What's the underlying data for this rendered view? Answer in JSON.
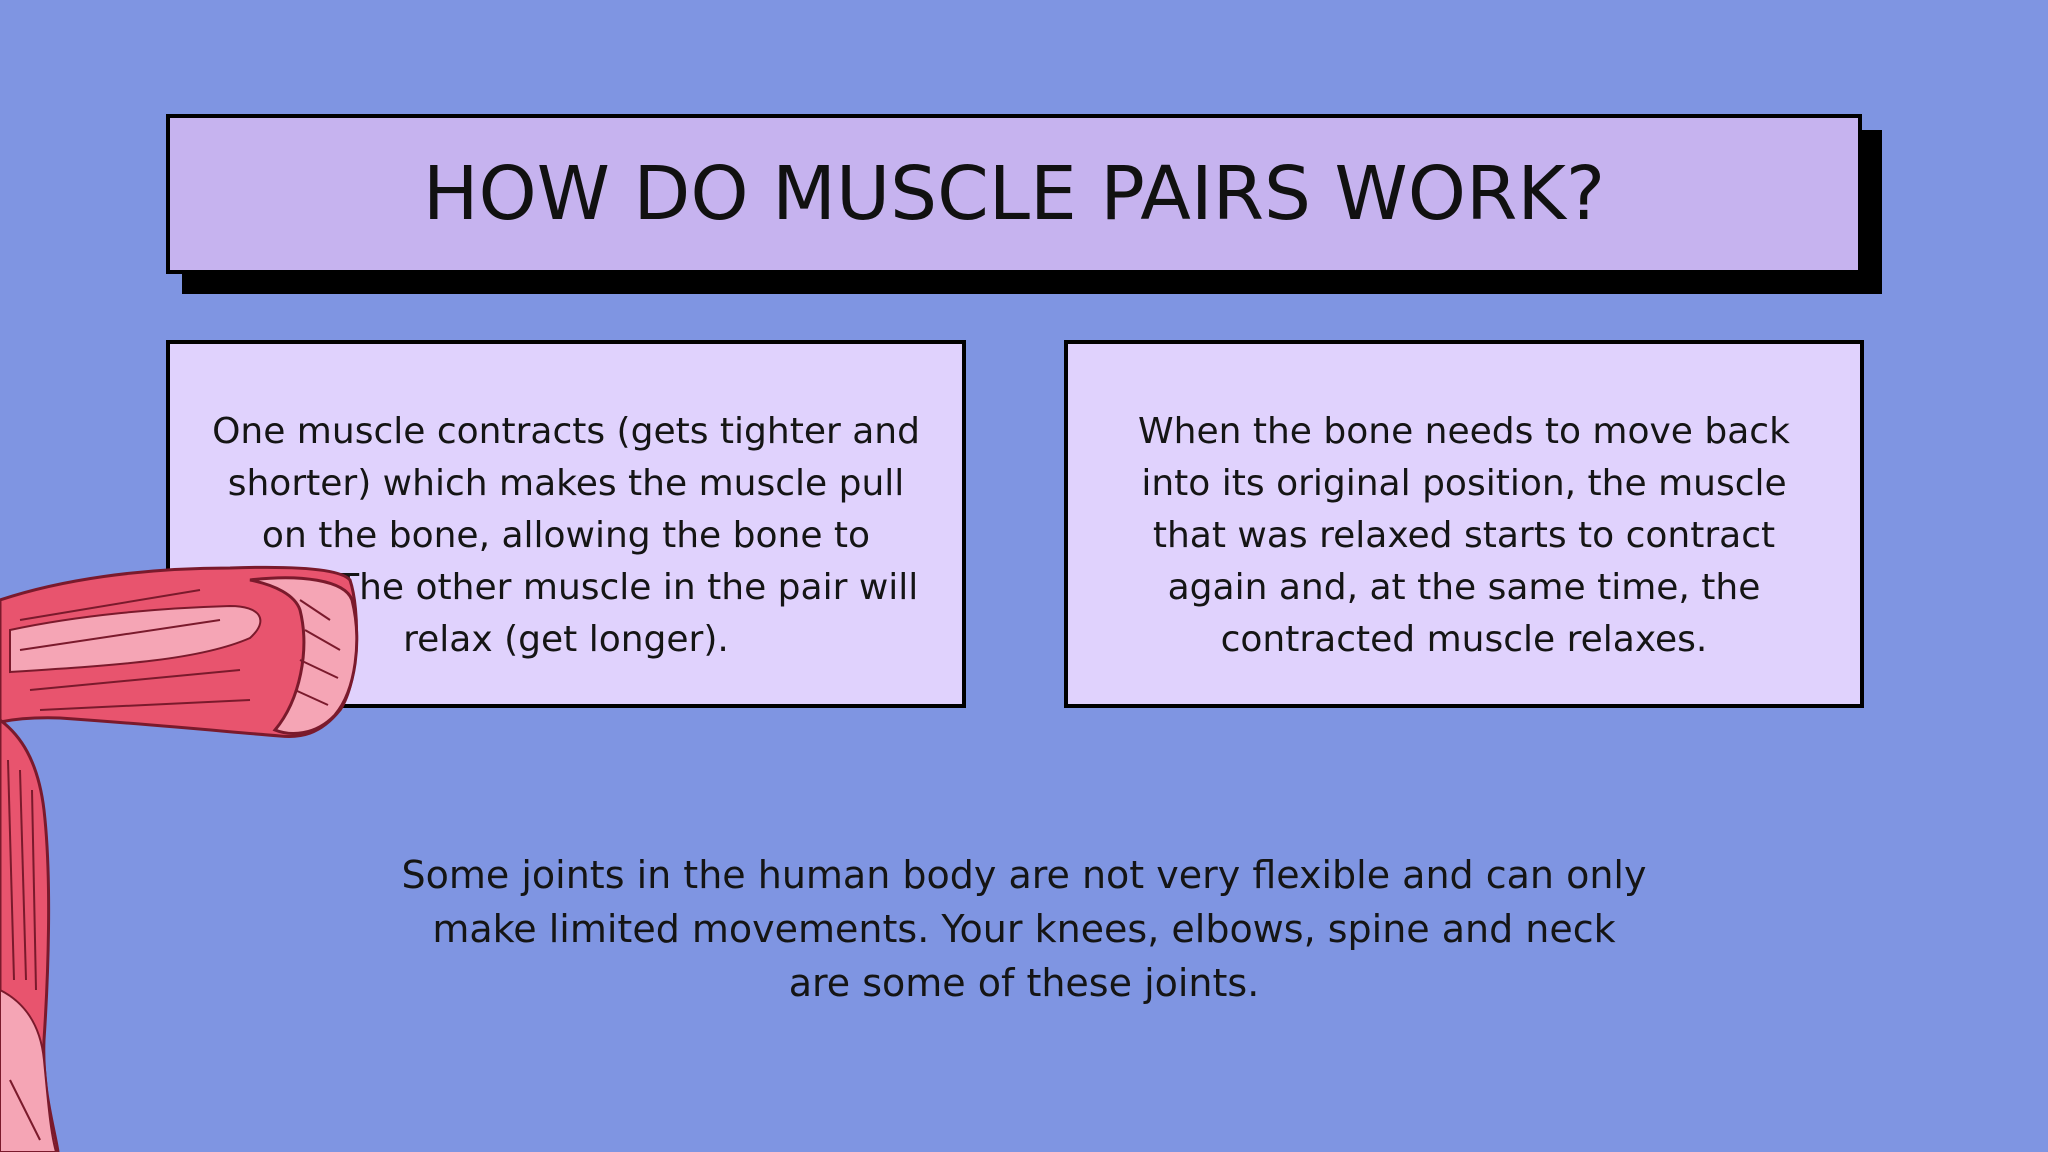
{
  "slide": {
    "title": "HOW DO MUSCLE PAIRS WORK?",
    "left_box": {
      "text": "One muscle contracts (gets tighter and shorter) which makes the muscle pull on the bone, allowing the bone to move. The other muscle in the pair will relax (get longer)."
    },
    "right_box": {
      "text": "When the bone needs to move back into its original position, the muscle that was relaxed starts to contract again and, at the same time, the contracted muscle relaxes."
    },
    "bottom_text": "Some joints in the human body are not very flexible and can only make limited movements. Your knees, elbows, spine and neck are some of these joints."
  },
  "colors": {
    "background": "#7f95e2",
    "title_fill": "#c6b3ef",
    "box_fill": "#e0d2fd",
    "muscle_red": "#e8546e",
    "muscle_pink": "#f5a5b5"
  }
}
